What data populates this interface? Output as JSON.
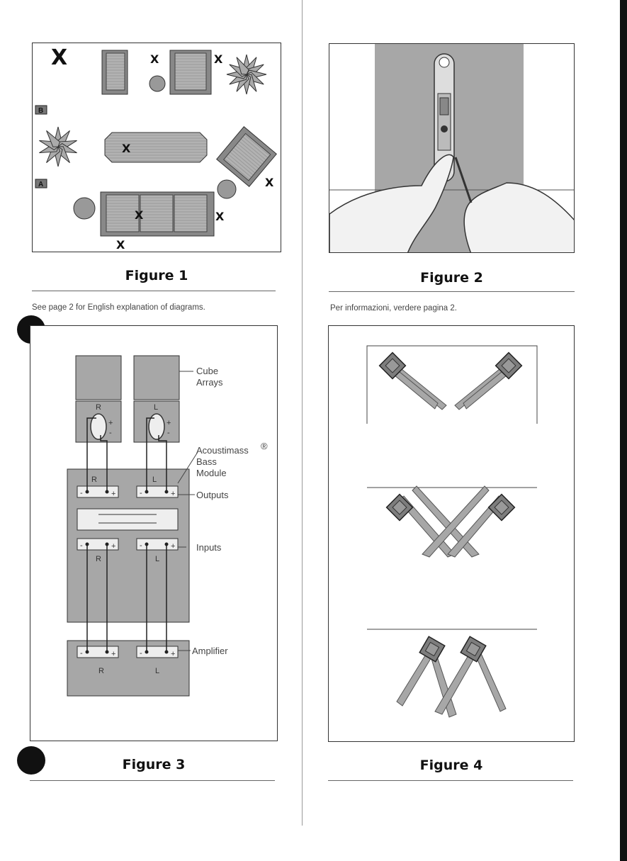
{
  "figure1": {
    "caption": "Figure 1",
    "x_mark": "X",
    "big_x_mark": "X",
    "position_a": "A",
    "position_b": "B"
  },
  "figure2": {
    "caption": "Figure 2"
  },
  "figure3": {
    "caption": "Figure 3",
    "label_cube": "Cube",
    "label_arrays": "Arrays",
    "label_acoustimass": "Acoustimass",
    "label_reg": "®",
    "label_bass": "Bass",
    "label_module": "Module",
    "label_outputs": "Outputs",
    "label_inputs": "Inputs",
    "label_amplifier": "Amplifier",
    "ch_r": "R",
    "ch_l": "L",
    "plus": "+",
    "minus": "-"
  },
  "figure4": {
    "caption": "Figure 4"
  },
  "notes": {
    "english": "See page 2 for English explanation of diagrams.",
    "italian": "Per informazioni, verdere pagina 2."
  },
  "colors": {
    "gray_fill": "#a7a7a7",
    "dark_gray": "#7d7d7d",
    "ink": "#222222"
  }
}
